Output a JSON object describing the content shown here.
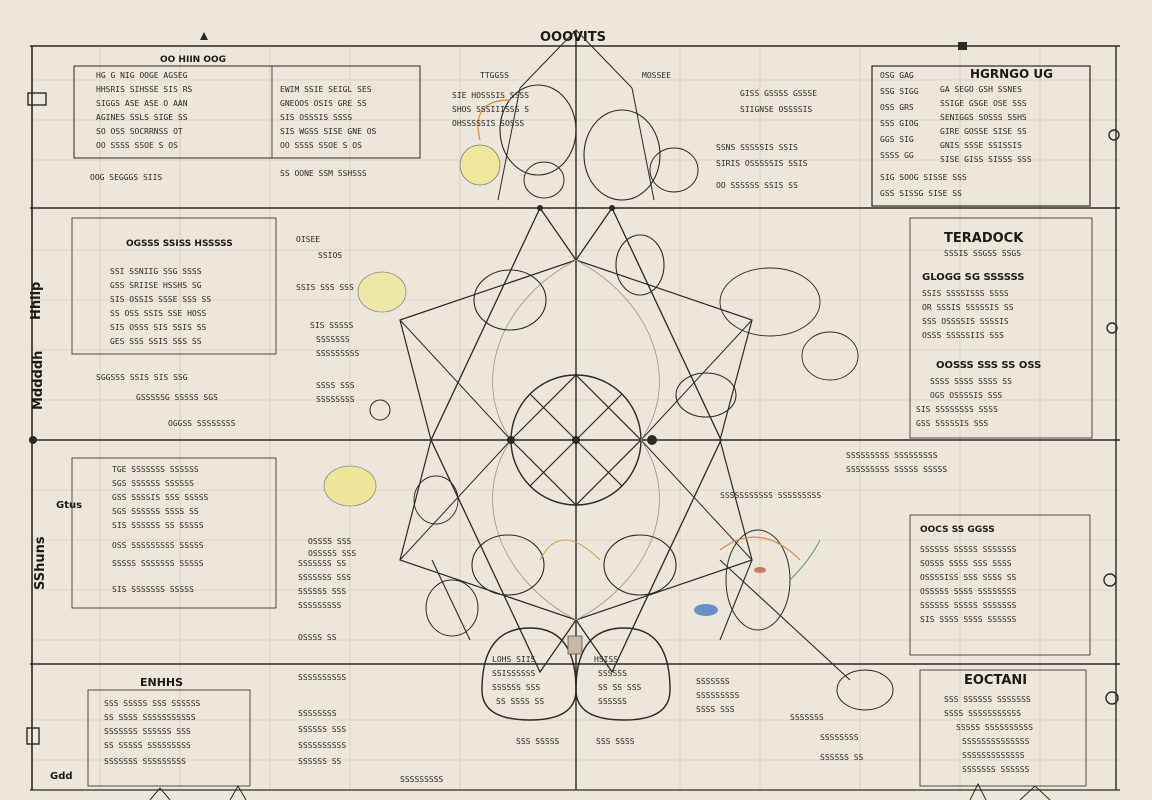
{
  "top_label": "OOOVITS",
  "left_margin": [
    "Hhllp",
    "Mddddh",
    "SShuns",
    "Gtus",
    "Gdd"
  ],
  "blocks": {
    "top_left": [
      "OO HIIN OOG",
      "HG G NIG OOGE AGSEG",
      "HHSRIS SIHSSE SIS RS",
      "SIGGS ASE ASE O AAN",
      "AGINES SSLS SIGE SS",
      "SO OSS SOCRRNSS OT",
      "OO SSSS SSOE S OS"
    ],
    "top_left_b": [
      "EWIM SSIE SEIGL SES",
      "GNEOOS OSIS GRE SS",
      "SIS OSSSIS SSSS",
      "SIS WGSS SISE GNE OS",
      "OO SSSS SSOE S OS"
    ],
    "top_left_foot": [
      "OOG SEGGGS SIIS",
      "SS OONE SSM SSHSSS"
    ],
    "top_center_notes": [
      "TTGGSS",
      "SIE HOSSSIS SSSS",
      "SHOS SSSIIISSS S",
      "OHSSSSSIS SOSSS"
    ],
    "top_right_notes": [
      "MOSSEE",
      "GISS GSSSS GSSSE",
      "SIIGNSE OSSSSIS",
      "SSNS SSSSSIS SSIS",
      "SIRIS OSSSSSIS SSIS",
      "OO SSSSSS SSIS SS"
    ],
    "top_right_box": {
      "title": "HGRNGO UG",
      "left_col": [
        "OSG GAG",
        "SSG SIGG",
        "OSS GRS",
        "SSS GIOG",
        "GGS SIG",
        "SSSS GG"
      ],
      "lines": [
        "GA SEGO GSH SSNES",
        "SSIGE GSGE OSE SSS",
        "SENIGGS SOSSS SSHS",
        "GIRE GOSSE SISE SS",
        "GNIS SSSE SSISSIS",
        "SISE GISS SISSS SSS",
        "SIG SOOG SISSE SSS",
        "GSS SISSG SISE SS"
      ]
    },
    "mid_left": {
      "title": "OGSSS SSISS HSSSSS",
      "lines": [
        "SSI SSNIIG SSG SSSS",
        "GSS SRIISE HSSHS SG",
        "SIS OSSIS SSSE SSS SS",
        "SS OSS SSIS SSE HOSS",
        "SIS OSSS SIS SSIS SS",
        "GES SSS SSIS SSS SS"
      ],
      "foot": [
        "SGGSSS SSIS SIS SSG",
        "GSSSSSG SSSSS SGS",
        "OGGSS SSSSSSSS"
      ]
    },
    "mid_center_left": [
      "OISEE",
      "SSIOS",
      "SSIS SSS SSS",
      "SIS SSSSS",
      "SSSSSSS",
      "SSSSSSSSS",
      "SSSS SSS",
      "SSSSSSSS"
    ],
    "mid_right": {
      "title": "TERADOCK",
      "sub": "SSSIS SSGSS SSGS",
      "heading2": "GLOGG SG SSSSSS",
      "lines": [
        "SSIS SSSSISSS SSSS",
        "OR SSSIS SSSSSIS SS",
        "SSS OSSSSIS SSSSIS",
        "OSSS SSSSSIIS SSS"
      ],
      "heading3": "OOSSS SSS SS OSS",
      "lines2": [
        "SSSS SSSS SSSS SS",
        "OGS OSSSSIS SSS",
        "SIS SSSSSSSS SSSS",
        "GSS SSSSSIS SSS"
      ]
    },
    "bottom_left": {
      "lines": [
        "TGE SSSSSSS SSSSSS",
        "SGS SSSSSS SSSSSS",
        "GSS SSSSIS SSS SSSSS",
        "SGS SSSSSS SSSS SS",
        "SIS SSSSSS SS SSSSS",
        "OSS SSSSSSSSS SSSSS",
        "SSSSS SSSSSSS SSSSS",
        "SIS SSSSSSS SSSSS"
      ]
    },
    "bottom_center_left": [
      "OSSSS SSS",
      "OSSSSS SSS",
      "SSSSSSS SS",
      "SSSSSSS SSS",
      "SSSSSS SSS",
      "SSSSSSSSS",
      "OSSSS SS"
    ],
    "bottom_right": {
      "title": "OOCS SS GGSS",
      "lines": [
        "SSSSSS SSSSS SSSSSSS",
        "SOSSS SSSS SSS SSSS",
        "OSSSSISS SSS SSSS SS",
        "OSSSSS SSSS SSSSSSSS",
        "SSSSSS SSSSS SSSSSSS",
        "SIS SSSS SSSS SSSSSS"
      ]
    },
    "bottom_right_b": [
      "SSSSSSSSS SSSSSSSSS",
      "SSSSSSSSS SSSSS SSSSS",
      "SSSSSSSSSSS SSSSSSSSS"
    ],
    "footer_left": {
      "title": "ENHHS",
      "lines": [
        "SSS SSSSS SSS SSSSSS",
        "SS SSSS SSSSSSSSSSS",
        "SSSSSSS SSSSSS SSS",
        "SS SSSSS SSSSSSSSS",
        "SSSSSSS SSSSSSSSS"
      ]
    },
    "footer_center_left": [
      "SSSSSSSSSS",
      "SSSSSSSS",
      "SSSSSS SSS",
      "SSSSSSSSSS",
      "SSSSSS SS",
      "SSSSSSSSS"
    ],
    "pod_left": [
      "LOHS SIIS",
      "SSISSSSSS",
      "SSSSSS SSS",
      "SS SSSS SS",
      "SSS SSSSS"
    ],
    "pod_right": [
      "HSISS",
      "SSSSSS",
      "SS SS SSS",
      "SSSSSS",
      "SSS SSSS"
    ],
    "footer_center_right": [
      "SSSSSSS",
      "SSSSSSSSS",
      "SSSS SSS",
      "SSSSSSS",
      "SSSSSSSS",
      "SSSSSS SS"
    ],
    "footer_right": {
      "title": "EOCTANI",
      "lines": [
        "SSS SSSSSS SSSSSSS",
        "SSSS SSSSSSSSSSS",
        "SSSSS SSSSSSSSSS",
        "SSSSSSSSSSSSSS",
        "SSSSSSSSSSSSS",
        "SSSSSSS SSSSSS"
      ]
    }
  }
}
